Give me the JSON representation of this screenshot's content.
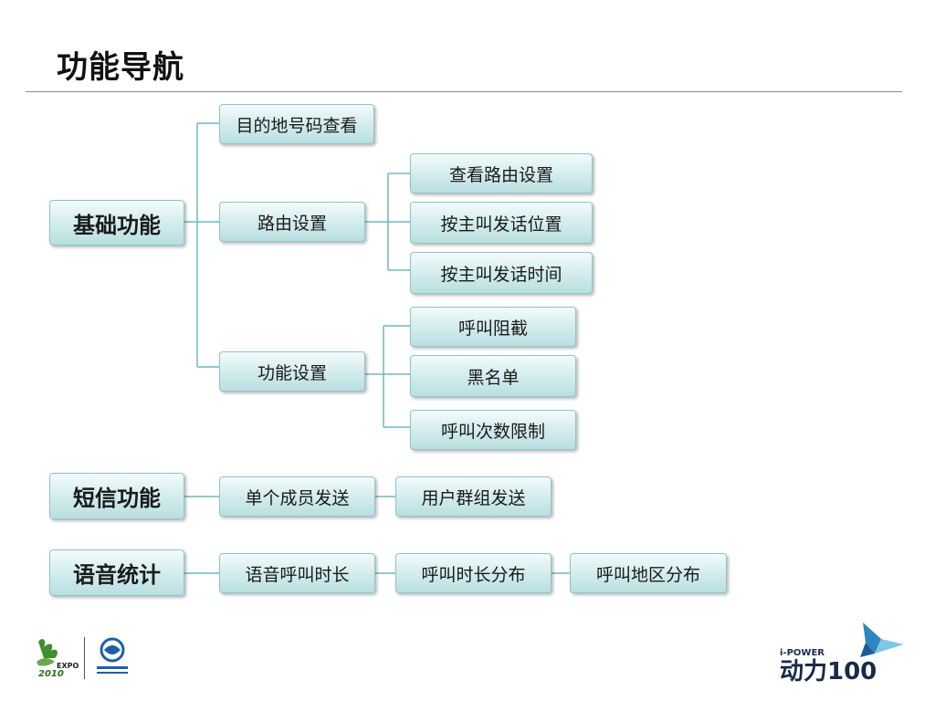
{
  "page": {
    "title": "功能导航"
  },
  "nodes": {
    "basic": "基础功能",
    "dest_lookup": "目的地号码查看",
    "route_settings": "路由设置",
    "view_route": "查看路由设置",
    "route_by_caller_location": "按主叫发话位置",
    "route_by_caller_time": "按主叫发话时间",
    "func_settings": "功能设置",
    "call_block": "呼叫阻截",
    "blacklist": "黑名单",
    "call_limit": "呼叫次数限制",
    "sms": "短信功能",
    "single_send": "单个成员发送",
    "group_send": "用户群组发送",
    "voice": "语音统计",
    "voice_duration": "语音呼叫时长",
    "duration_dist": "呼叫时长分布",
    "region_dist": "呼叫地区分布"
  },
  "logos": {
    "expo_text": "EXPO",
    "expo_year": "2010",
    "ipower": "i-POWER",
    "brand": "动力100",
    "brand_colors": [
      "#1a2a4a",
      "#2e86c1",
      "#7ec8e3"
    ]
  }
}
